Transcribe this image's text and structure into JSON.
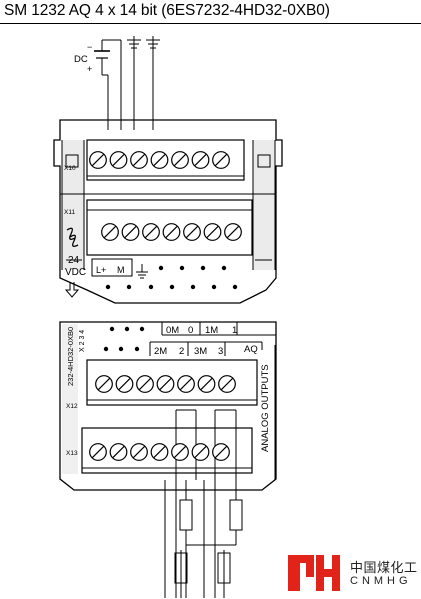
{
  "title": "SM 1232 AQ 4 x 14 bit (6ES7232-4HD32-0XB0)",
  "supply": {
    "dc_label": "DC",
    "minus": "−",
    "plus": "+",
    "voltage": "24",
    "unit": "VDC",
    "lplus": "L+",
    "m": "M"
  },
  "connectors": {
    "x10": "X10",
    "x11": "X11",
    "x12": "X12",
    "x13": "X13"
  },
  "module": {
    "order_no": "232-4HD32-0XB0",
    "status_code": "X 2 3 4",
    "aq_label": "AQ",
    "side_label": "ANALOG OUTPUTS"
  },
  "terminals": {
    "row1": [
      "0M",
      "0",
      "1M",
      "1"
    ],
    "row2": [
      "2M",
      "2",
      "3M",
      "3"
    ]
  },
  "logo": {
    "cn": "中国煤化工",
    "en": "CNMHG",
    "color": "#e2231a"
  }
}
